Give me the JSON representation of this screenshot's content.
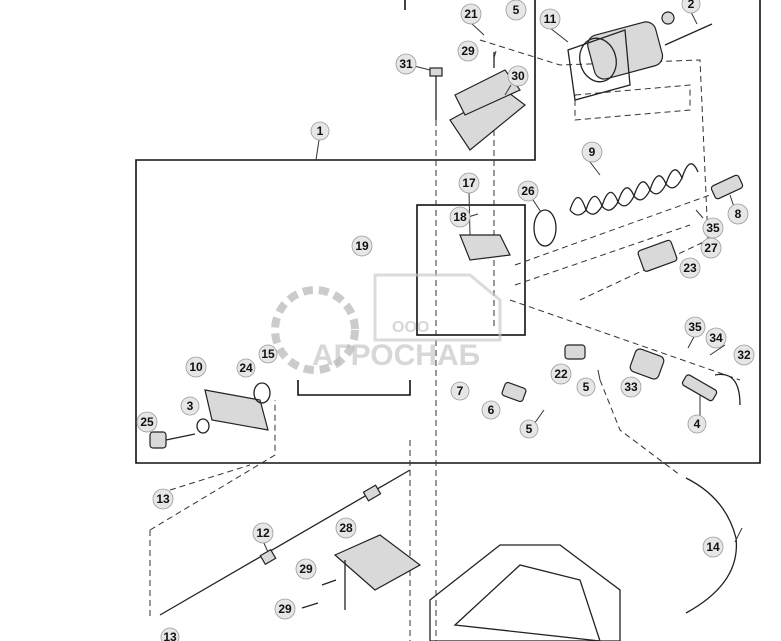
{
  "watermark": {
    "prefix": "ООО",
    "brand": "АГРОСНАБ"
  },
  "callouts": [
    "21",
    "5",
    "2",
    "11",
    "29",
    "31",
    "30",
    "1",
    "9",
    "17",
    "26",
    "8",
    "18",
    "35",
    "27",
    "19",
    "23",
    "10",
    "24",
    "15",
    "7",
    "22",
    "5",
    "33",
    "35",
    "34",
    "32",
    "25",
    "3",
    "6",
    "5",
    "4",
    "13",
    "12",
    "28",
    "14",
    "29",
    "29",
    "13"
  ]
}
